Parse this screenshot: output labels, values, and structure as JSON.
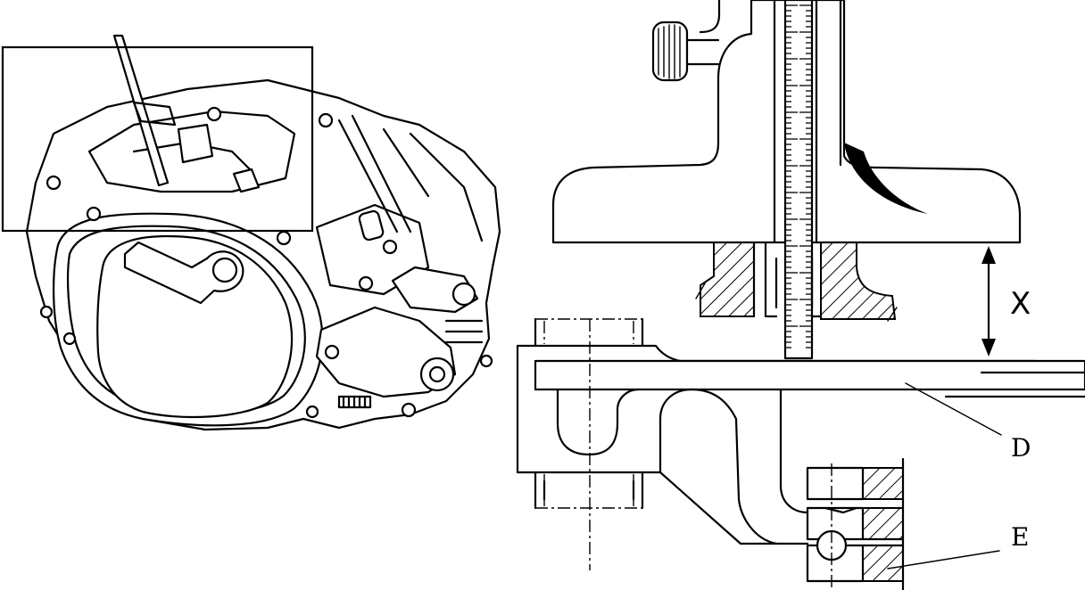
{
  "labels": {
    "x": "X",
    "d": "D",
    "e": "E"
  },
  "colors": {
    "ink": "#000000",
    "paper": "#ffffff"
  }
}
